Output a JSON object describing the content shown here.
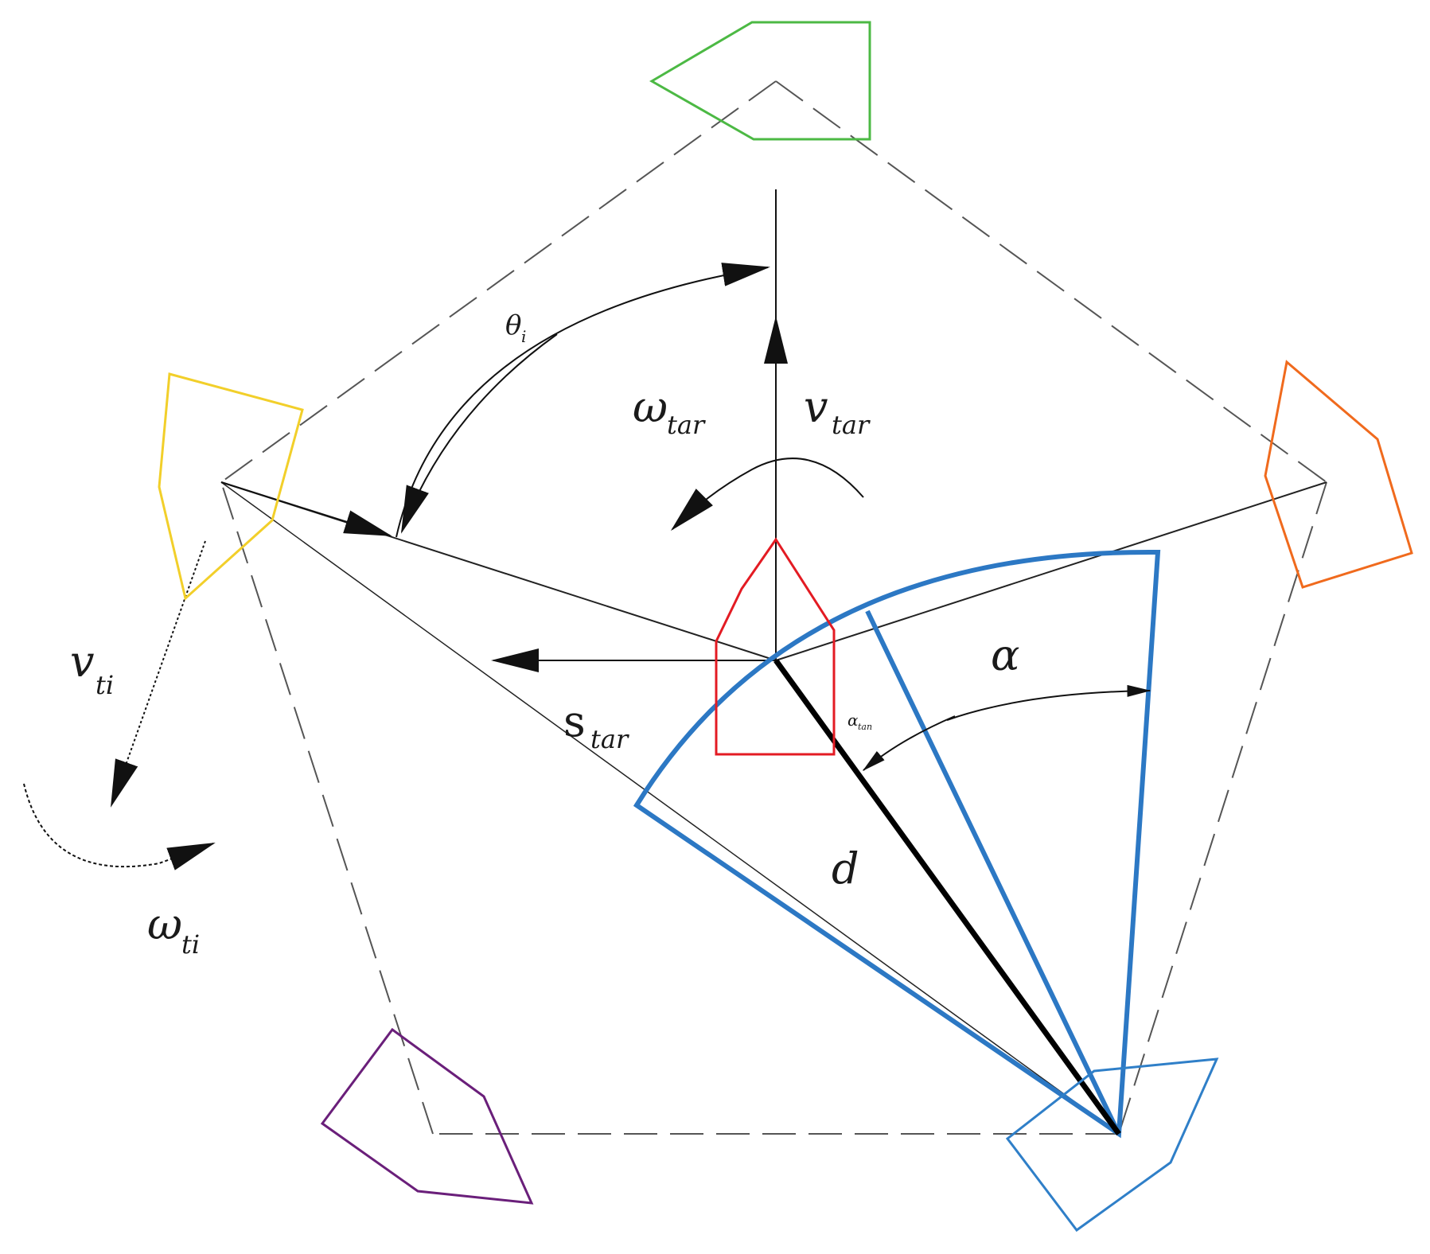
{
  "labels": {
    "theta": {
      "main": "θ",
      "sub": "i"
    },
    "omega_tar": {
      "main": "ω",
      "sub": "tar"
    },
    "v_tar": {
      "main": "v",
      "sub": "tar"
    },
    "v_ti": {
      "main": "v",
      "sub": "ti"
    },
    "omega_ti": {
      "main": "ω",
      "sub": "ti"
    },
    "s_tar": {
      "main": "s",
      "sub": "tar"
    },
    "alpha": "α",
    "alpha_tan": {
      "main": "α",
      "sub": "tan"
    },
    "d": "d"
  },
  "colors": {
    "target_ship": "#e31b23",
    "follower_top": "#4cb944",
    "follower_left": "#f2cf2a",
    "follower_right": "#f06a1d",
    "follower_bottom_left": "#6a1f7a",
    "follower_bottom_right": "#2f7fc8",
    "sector": "#2c78c4",
    "lines": "#222222",
    "dashed": "#555555"
  }
}
